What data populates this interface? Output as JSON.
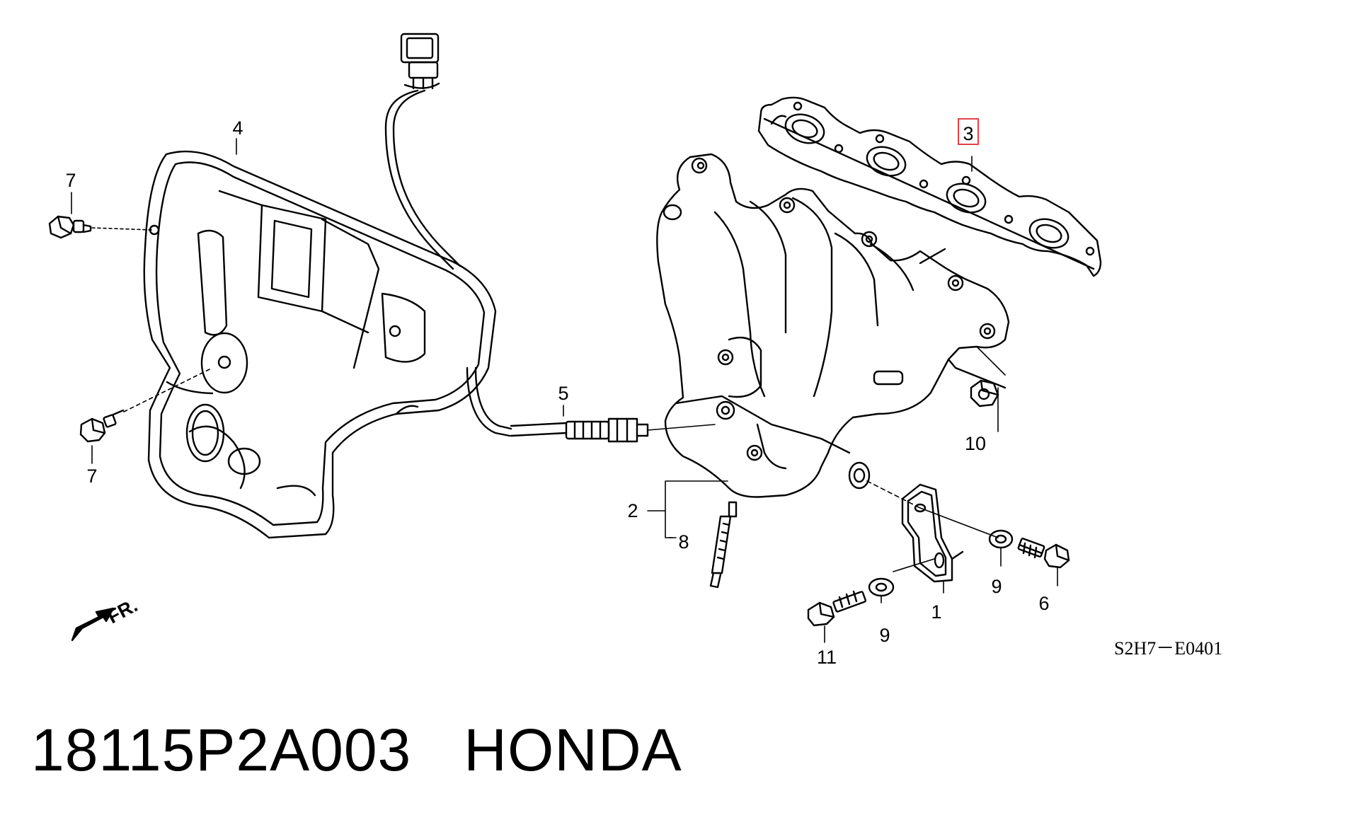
{
  "diagram": {
    "callouts": {
      "c1": "1",
      "c2": "2",
      "c3": "3",
      "c4": "4",
      "c5": "5",
      "c6": "6",
      "c7a": "7",
      "c7b": "7",
      "c8": "8",
      "c9a": "9",
      "c9b": "9",
      "c10": "10",
      "c11": "11"
    },
    "front_arrow_label": "FR.",
    "drawing_code": "S2H7－E0401",
    "highlight_color": "#e0424a"
  },
  "footer": {
    "part_number": "18115P2A003",
    "brand": "HONDA"
  }
}
